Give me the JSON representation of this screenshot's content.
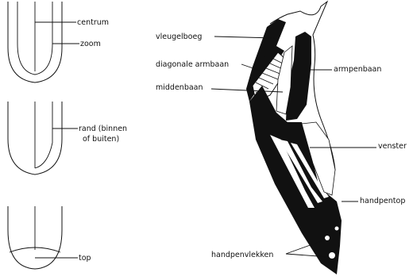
{
  "labels": {
    "centrum": "centrum",
    "zoom": "zoom",
    "rand_line1": "rand (binnen",
    "rand_line2": "of buiten)",
    "top": "top",
    "vleugelboeg": "vleugelboeg",
    "diagonale_armbaan": "diagonale armbaan",
    "middenbaan": "middenbaan",
    "armpenbaan": "armpenbaan",
    "venster": "venster",
    "handpentop": "handpentop",
    "handpenvlekken": "handpenvlekken"
  }
}
